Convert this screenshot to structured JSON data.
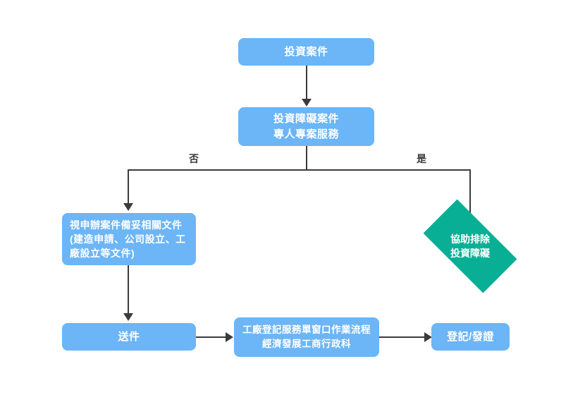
{
  "diagram": {
    "type": "flowchart",
    "background": "#ffffff",
    "colors": {
      "process_fill": "#6cb5f6",
      "decision_fill": "#08af95",
      "node_text": "#ffffff",
      "connector": "#3b3b3b",
      "edge_label_text": "#3b3b3b"
    },
    "nodes": [
      {
        "id": "investment-case",
        "shape": "process",
        "lines": [
          "投資案件"
        ]
      },
      {
        "id": "investment-obstacle-case",
        "shape": "process",
        "lines": [
          "投資障礙案件",
          "專人專案服務"
        ]
      },
      {
        "id": "prepare-documents",
        "shape": "process",
        "lines": [
          "視申辦案件備妥相關文件",
          "(建造申請、公司設立、工",
          "廠設立等文件)"
        ]
      },
      {
        "id": "assist-remove-obstacle",
        "shape": "decision",
        "lines": [
          "協助排除",
          "投資障礙"
        ]
      },
      {
        "id": "submit-documents",
        "shape": "process",
        "lines": [
          "送件"
        ]
      },
      {
        "id": "factory-registration-single-window",
        "shape": "process",
        "lines": [
          "工廠登記服務單窗口作業流程",
          "經濟發展工商行政科"
        ]
      },
      {
        "id": "registration-certificate",
        "shape": "process",
        "lines": [
          "登記/發證"
        ]
      }
    ],
    "edge_labels": {
      "no": "否",
      "yes": "是"
    }
  }
}
